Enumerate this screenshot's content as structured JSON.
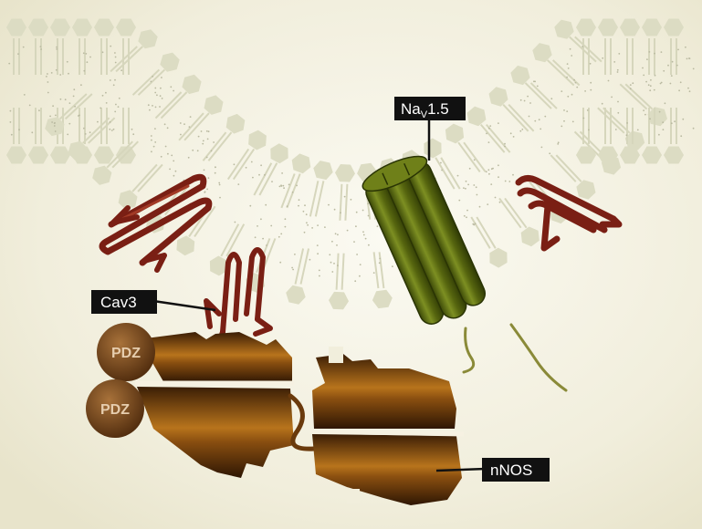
{
  "labels": {
    "nav": "Nav1.5",
    "nav_prefix": "Na",
    "nav_sub": "V",
    "nav_suffix": "1.5",
    "cav3": "Cav3",
    "nnos": "nNOS",
    "pdz_top": "PDZ",
    "pdz_bottom": "PDZ"
  },
  "colors": {
    "background": "#f3f1e3",
    "lipid_head": "#dcdcc3",
    "caveolin": "#7a1f14",
    "nav_channel": "#5a6a12",
    "nnos": "#6a3a0c",
    "label_box": "#111111"
  }
}
